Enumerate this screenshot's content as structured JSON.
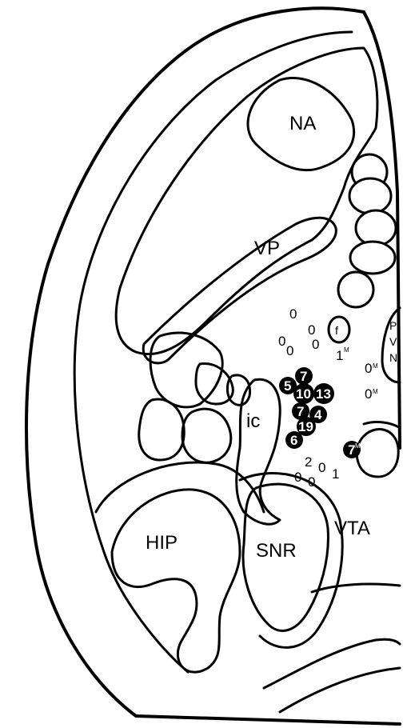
{
  "regions": {
    "na": "NA",
    "vp": "VP",
    "ic": "ic",
    "hip": "HIP",
    "snr": "SNR",
    "vta": "VTA",
    "f": "f",
    "pvn_p": "P",
    "pvn_v": "V",
    "pvn_n": "N"
  },
  "open_values": {
    "o1": "0",
    "o2": "0",
    "o3": "0",
    "o4": "0",
    "o5": "0",
    "o6": "1",
    "o6sup": "M",
    "o7": "0",
    "o7sup": "M",
    "o8": "0",
    "o8sup": "M",
    "o9": "2",
    "o10": "0",
    "o11": "0",
    "o12": "0",
    "o13": "1"
  },
  "filled_values": {
    "f1": "7",
    "f2": "5",
    "f3": "10",
    "f4": "13",
    "f5": "7",
    "f6": "4",
    "f7": "19",
    "f8": "6",
    "f9": "7",
    "f9sup": "M"
  }
}
